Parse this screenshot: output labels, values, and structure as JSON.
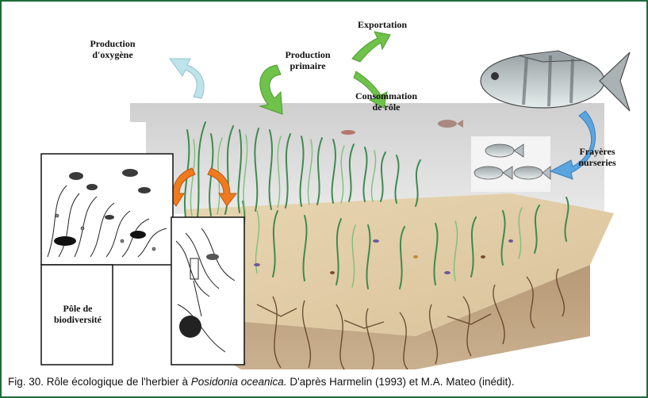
{
  "figure": {
    "labels": {
      "production_oxygene_l1": "Production",
      "production_oxygene_l2": "d'oxygène",
      "exportation": "Exportation",
      "production_primaire_l1": "Production",
      "production_primaire_l2": "primaire",
      "consommation_l1": "Consommation",
      "consommation_l2": "de rôle",
      "frayeres_l1": "Frayères",
      "frayeres_l2": "nurseries",
      "pole_l1": "Pôle de",
      "pole_l2": "biodiversité"
    },
    "colors": {
      "oxygen_arrow": "#bfe3ea",
      "primary_arrow": "#6fc24a",
      "nursery_arrow": "#5aa5e0",
      "biodiversity_arrow": "#f07a1e",
      "frame": "#1f6b3a"
    }
  },
  "caption": {
    "prefix": "Fig. 30. Rôle écologique de l'herbier à ",
    "species": "Posidonia oceanica.",
    "suffix": " D'après Harmelin (1993) et M.A. Mateo (inédit)."
  }
}
